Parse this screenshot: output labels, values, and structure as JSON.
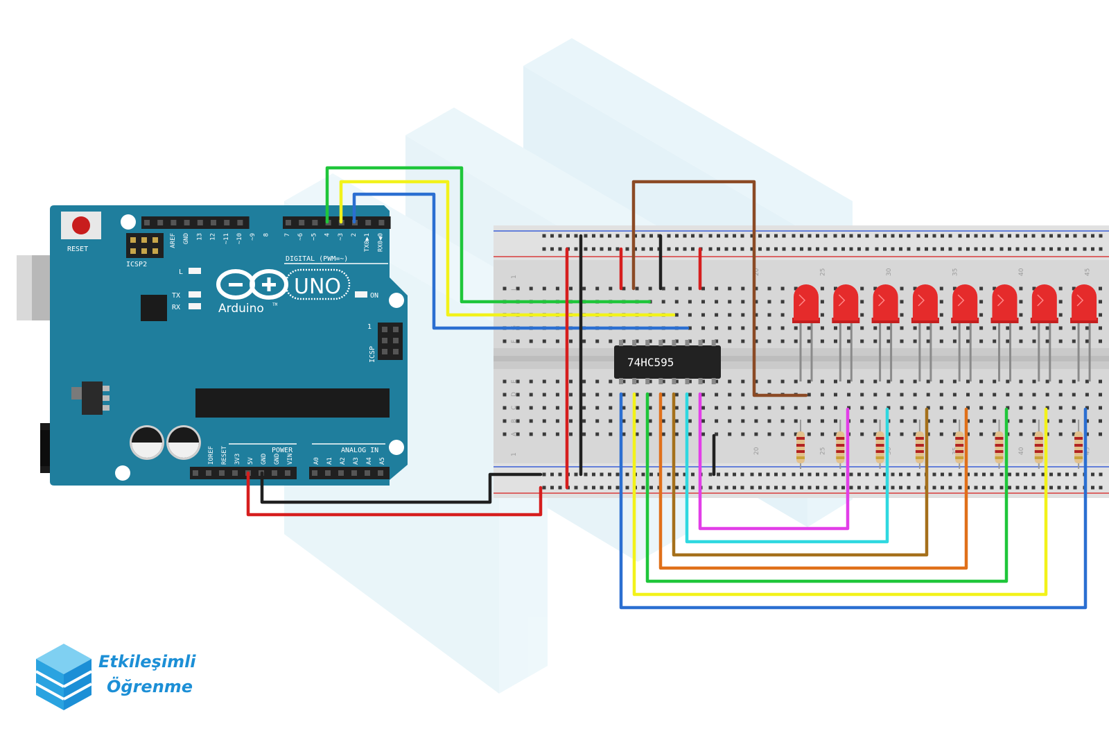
{
  "board": {
    "reset_label": "RESET",
    "icsp2_label": "ICSP2",
    "icsp_label": "ICSP",
    "icsp_pin1": "1",
    "model": "UNO",
    "brand": "Arduino",
    "tm": "TM",
    "digital_label": "DIGITAL (PWM=~)",
    "digital_pins": [
      "AREF",
      "GND",
      "13",
      "12",
      "~11",
      "~10",
      "~9",
      "8",
      "7",
      "~6",
      "~5",
      "4",
      "~3",
      "2",
      "TX0▶1",
      "RX0◀0"
    ],
    "led_l": "L",
    "led_tx": "TX",
    "led_rx": "RX",
    "led_on": "ON",
    "power_label": "POWER",
    "analog_label": "ANALOG IN",
    "power_pins": [
      "IOREF",
      "RESET",
      "3V3",
      "5V",
      "GND",
      "GND",
      "VIN"
    ],
    "analog_pins": [
      "A0",
      "A1",
      "A2",
      "A3",
      "A4",
      "A5"
    ]
  },
  "breadboard": {
    "col_numbers": [
      "20",
      "25",
      "30",
      "35",
      "40",
      "45"
    ],
    "row_letters_top": [
      "J",
      "I",
      "H",
      "G",
      "F"
    ],
    "row_letters_bottom": [
      "E",
      "D",
      "C",
      "B",
      "A"
    ],
    "row_one": "1"
  },
  "chip": {
    "label": "74HC595"
  },
  "logo": {
    "line1": "Etkileşimli",
    "line2": "Öğrenme"
  },
  "colors": {
    "board": "#1f7e9d",
    "led": "#e52b2b",
    "wire_green": "#1fc63a",
    "wire_yellow": "#f2f21a",
    "wire_blue": "#2b6fd1",
    "wire_brown": "#8b4a25",
    "wire_red": "#d61e1e",
    "wire_black": "#202020",
    "wire_magenta": "#e23ee8",
    "wire_cyan": "#2fd8e0",
    "wire_olive": "#a5701b",
    "wire_orange": "#e0701a",
    "logo": "#1c8fd6"
  },
  "icons": {
    "arduino_logo": "infinity-minus-plus-icon",
    "brand_logo": "stacked-cube-icon"
  },
  "led_count": 8
}
